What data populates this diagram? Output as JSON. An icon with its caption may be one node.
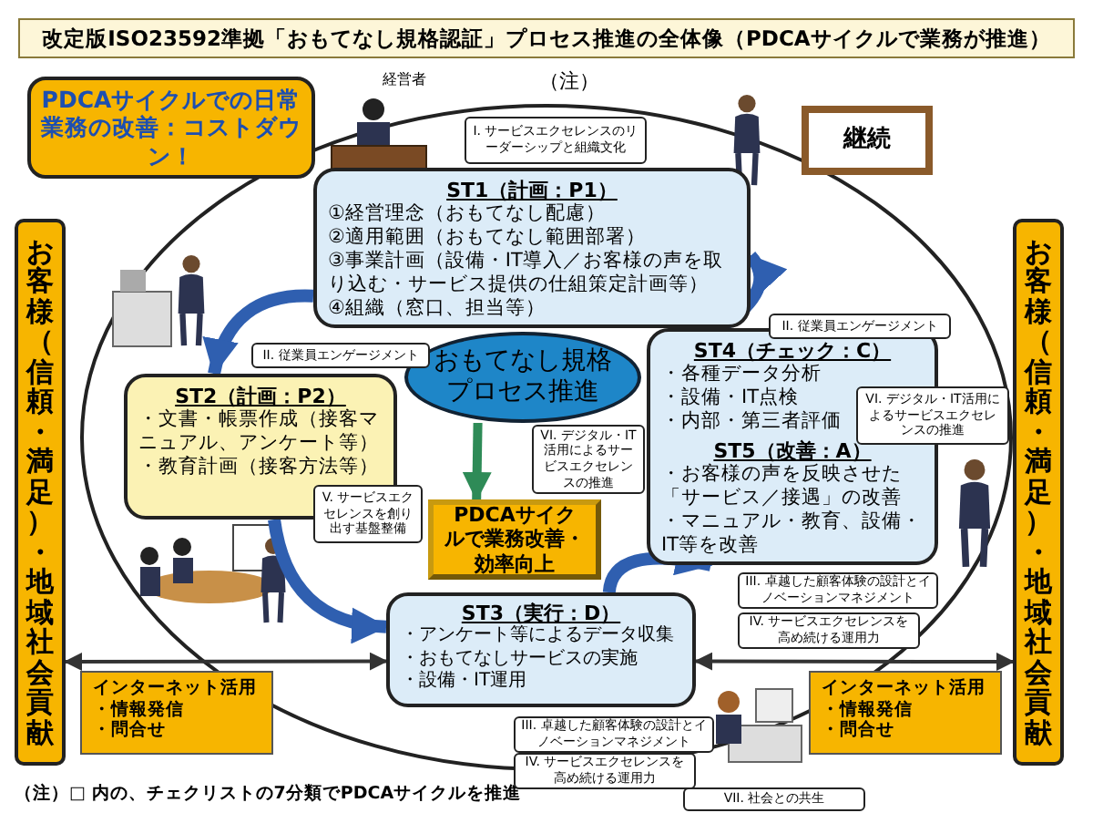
{
  "diagram": {
    "title": "改定版ISO23592準拠「おもてなし規格認証」プロセス推進の全体像（PDCAサイクルで業務が推進）",
    "caption": "（注）□ 内の、チェクリストの7分類でPDCAサイクルを推進",
    "nodes": [
      {
        "text": [
          "PDCAサイクルでの日常業務の改善：コストダウン！"
        ]
      },
      {
        "text": [
          "継続"
        ]
      },
      {
        "text": [
          "ST1（計画：P1）",
          "①経営理念（おもてなし配慮）",
          "②適用範囲（おもてなし範囲部署）",
          "③事業計画（設備・IT導入／お客様の声を取り込む・サービス提供の仕組策定計画等）",
          "④組織（窓口、担当等）"
        ]
      },
      {
        "text": [
          "I. サービスエクセレンスのリーダーシップと組織文化"
        ]
      },
      {
        "text": [
          "お客様（信頼・満足）・地域社会貢献"
        ]
      },
      {
        "text": [
          "お客様（信頼・満足）・地域社会貢献"
        ]
      },
      {
        "text": [
          "ST2（計画：P2）",
          "・文書・帳票作成（接客マニュアル、アンケート等）",
          "・教育計画（接客方法等）"
        ]
      },
      {
        "text": [
          "II. 従業員エンゲージメント"
        ]
      },
      {
        "text": [
          "おもてなし規格プロセス推進"
        ]
      },
      {
        "text": [
          "II. 従業員エンゲージメント"
        ]
      },
      {
        "text": [
          "ST4（チェック：C）",
          "・各種データ分析",
          "・設備・IT点検",
          "・内部・第三者評価",
          "ST5（改善：A）",
          "・お客様の声を反映させた「サービス／接遇」の改善",
          "・マニュアル・教育、設備・IT等を改善"
        ]
      },
      {
        "text": [
          "V. サービスエクセレンスを創り出す基盤整備"
        ]
      },
      {
        "text": [
          "VI. デジタル・IT活用によるサービスエクセレンスの推進"
        ]
      },
      {
        "text": [
          "VI. デジタル・IT活用によるサービスエクセレンスの推進"
        ]
      },
      {
        "text": [
          "PDCAサイクルで業務改善・効率向上"
        ]
      },
      {
        "text": [
          "III. 卓越した顧客体験の設計とイノベーションマネジメント"
        ]
      },
      {
        "text": [
          "IV. サービスエクセレンスを高め続ける運用力"
        ]
      },
      {
        "text": [
          "ST3（実行：D）",
          "・アンケート等によるデータ収集",
          "・おもてなしサービスの実施",
          "・設備・IT運用"
        ]
      },
      {
        "text": [
          "インターネット活用",
          "・情報発信",
          "・問合せ"
        ]
      },
      {
        "text": [
          "インターネット活用",
          "・情報発信",
          "・問合せ"
        ]
      },
      {
        "text": [
          "III. 卓越した顧客体験の設計とイノベーションマネジメント"
        ]
      },
      {
        "text": [
          "IV. サービスエクセレンスを高め続ける運用力"
        ]
      },
      {
        "text": [
          "VII. 社会との共生"
        ]
      }
    ],
    "edges": [
      {
        "from": 2,
        "to": 6,
        "arrow": "to"
      },
      {
        "from": 6,
        "to": 17,
        "arrow": "to"
      },
      {
        "from": 17,
        "to": 10,
        "arrow": "to"
      },
      {
        "from": 10,
        "to": 2,
        "arrow": "to"
      },
      {
        "from": 8,
        "to": 14,
        "arrow": "to",
        "color": "#2e8b57"
      },
      {
        "from": 4,
        "to": 17,
        "arrow": "both",
        "color": "#333333"
      },
      {
        "from": 17,
        "to": 5,
        "arrow": "both",
        "color": "#333333"
      }
    ],
    "labels": [
      "経営者",
      "（注）"
    ]
  }
}
